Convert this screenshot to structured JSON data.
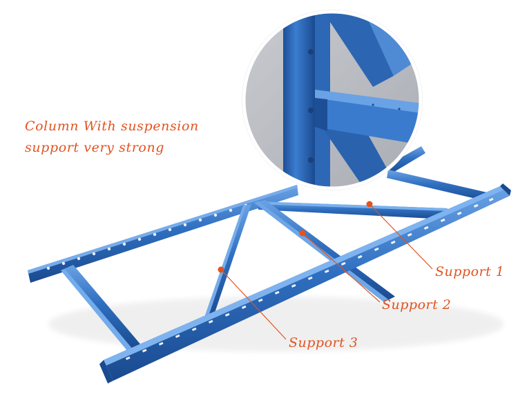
{
  "headline": {
    "line1": "Column With suspension",
    "line2": "support  very strong"
  },
  "callouts": [
    {
      "label": "Support 1"
    },
    {
      "label": "Support 2"
    },
    {
      "label": "Support 3"
    }
  ],
  "colors": {
    "frame_blue": "#2f6fc0",
    "frame_dark": "#1d4f97",
    "frame_light": "#5b95dc",
    "accent_orange": "#e2531f",
    "background": "#ffffff"
  }
}
